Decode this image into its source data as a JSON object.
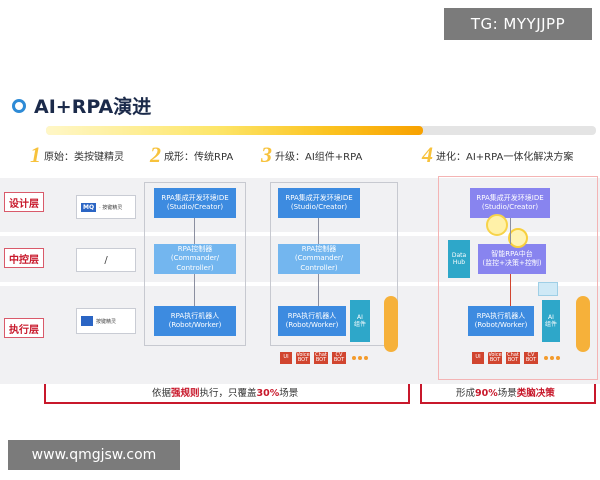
{
  "watermark_top": "TG: MYYJJPP",
  "watermark_bottom": "www.qmgjsw.com",
  "title": "AI+RPA演进",
  "progress_fraction": 0.685,
  "stages": [
    {
      "num": "1",
      "label": "原始：类按键精灵"
    },
    {
      "num": "2",
      "label": "成形：传统RPA"
    },
    {
      "num": "3",
      "label": "升级：AI组件+RPA"
    },
    {
      "num": "4",
      "label": "进化：AI+RPA一体化解决方案"
    }
  ],
  "rows": {
    "design": "设计层",
    "control": "中控层",
    "exec": "执行层"
  },
  "cards": {
    "mq_logo": "MQ",
    "mq_text": "· 按键精灵",
    "slash": "/",
    "exec_text": "按键精灵"
  },
  "boxes": {
    "ide_line1": "RPA集成开发环境IDE",
    "ide_line2": "(Studio/Creator)",
    "ctrl_line1": "RPA控制器",
    "ctrl_line2": "(Commander/ Controller)",
    "robot_line1": "RPA执行机器人",
    "robot_line2": "(Robot/Worker)",
    "smart_line1": "智能RPA中台",
    "smart_line2": "(监控+决策+控制)",
    "data_hub": "Data\nHub",
    "ai_comp": "AI\n组件"
  },
  "chips": [
    "UI",
    "Voice\nBOT",
    "Chat\nBOT",
    "CV\nBOT"
  ],
  "captions": {
    "left_pre": "依据",
    "left_hl1": "强规则",
    "left_mid": "执行，只覆盖",
    "left_hl2": "30%",
    "left_post": "场景",
    "right_pre": "形成",
    "right_hl1": "90%",
    "right_mid": "场景",
    "right_hl2": "类脑决策"
  }
}
